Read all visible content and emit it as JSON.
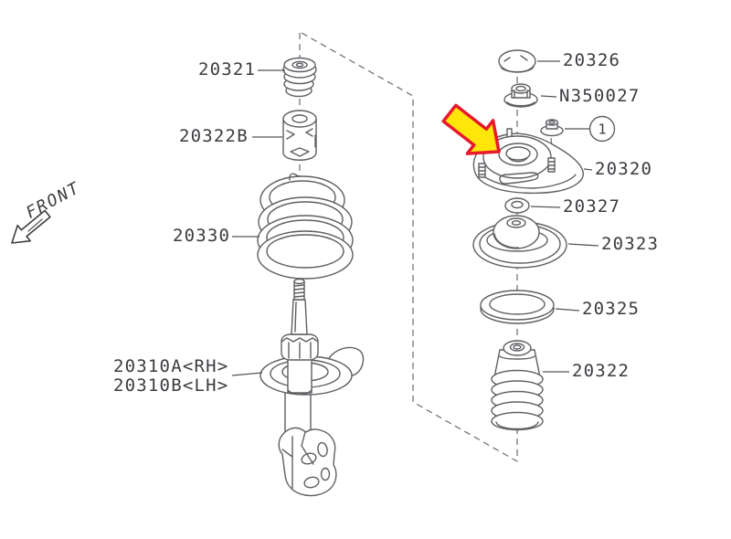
{
  "colors": {
    "line": "#5f5f64",
    "label": "#3b3b41",
    "arrow_fill": "#ffe60a",
    "arrow_stroke": "#e8192c"
  },
  "front_indicator": {
    "label": "FRONT"
  },
  "callout": {
    "number": "1"
  },
  "parts": {
    "bump_stop": {
      "label": "20321"
    },
    "helper_spacer": {
      "label": "20322B"
    },
    "coil_spring": {
      "label": "20330"
    },
    "strut_rh": {
      "label": "20310A<RH>"
    },
    "strut_lh": {
      "label": "20310B<LH>"
    },
    "cap": {
      "label": "20326"
    },
    "self_lock_nut": {
      "label": "N350027"
    },
    "strut_mount": {
      "label": "20320"
    },
    "washer": {
      "label": "20327"
    },
    "upper_spring_seat": {
      "label": "20323"
    },
    "seat_rubber": {
      "label": "20325"
    },
    "dust_boot": {
      "label": "20322"
    }
  }
}
